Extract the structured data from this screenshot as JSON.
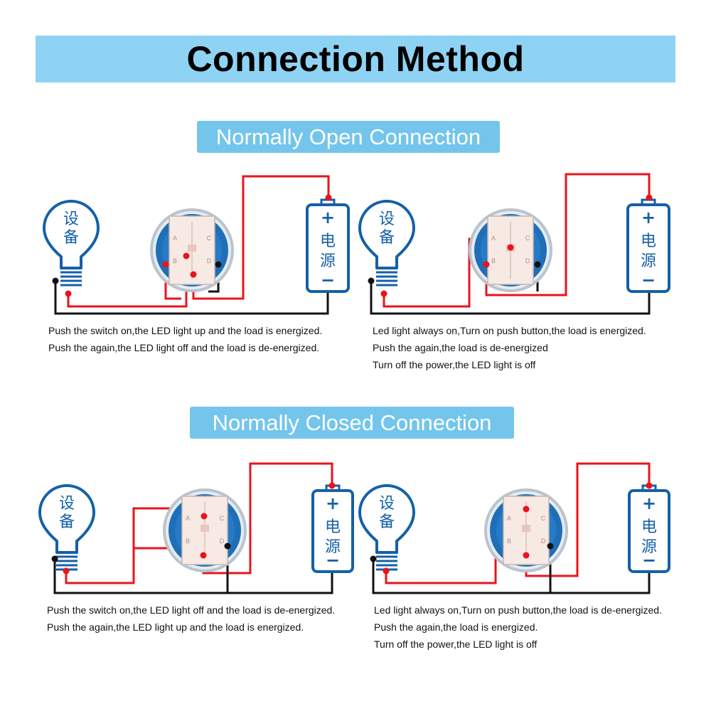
{
  "header": {
    "title": "Connection Method",
    "bar_color": "#8fd3f4"
  },
  "colors": {
    "badge": "#74c5ec",
    "outline": "#1560a8",
    "wire_positive": "#e8141c",
    "wire_negative": "#111111",
    "switch_face": "#f7e9e4",
    "switch_ring": "#1f6fb8"
  },
  "sections": [
    {
      "title": "Normally Open Connection",
      "diagrams": [
        {
          "bulb_label": "设备",
          "battery_plus": "+",
          "battery_label": "电源",
          "battery_minus": "−",
          "caption": [
            "Push the switch on,the LED light up and the load is energized.",
            "Push the again,the LED light off and the load is de-energized."
          ]
        },
        {
          "bulb_label": "设备",
          "battery_plus": "+",
          "battery_label": "电源",
          "battery_minus": "−",
          "caption": [
            "Led light always on,Turn on push button,the load is energized.",
            "Push the again,the load is de-energized",
            "Turn off the power,the LED light is off"
          ]
        }
      ]
    },
    {
      "title": "Normally Closed Connection",
      "diagrams": [
        {
          "bulb_label": "设备",
          "battery_plus": "+",
          "battery_label": "电源",
          "battery_minus": "−",
          "caption": [
            "Push the switch on,the LED light off and the load is de-energized.",
            "Push the again,the LED light up and the load is energized."
          ]
        },
        {
          "bulb_label": "设备",
          "battery_plus": "+",
          "battery_label": "电源",
          "battery_minus": "−",
          "caption": [
            "Led light always on,Turn on push button,the load is de-energized.",
            "Push the again,the load is energized.",
            "Turn off the power,the LED light is off"
          ]
        }
      ]
    }
  ]
}
